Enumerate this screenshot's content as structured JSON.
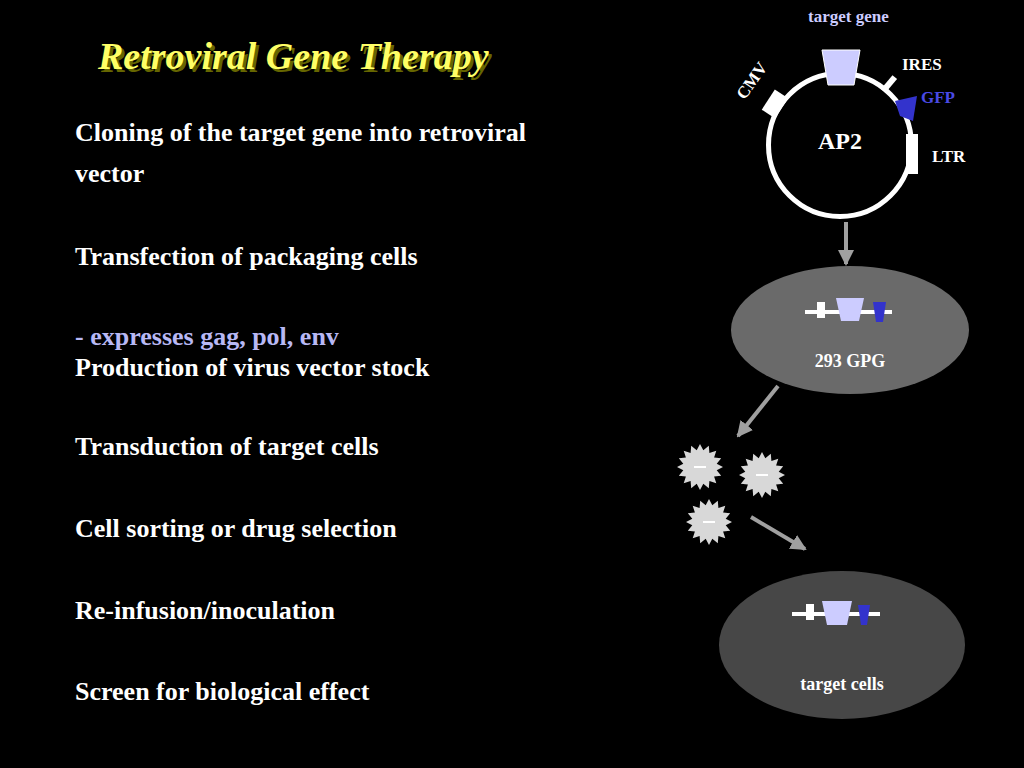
{
  "diagram": {
    "title": "Retroviral Gene Therapy",
    "nodes": [
      {
        "text": [
          "AP2"
        ]
      },
      {
        "text": [
          "293 GPG"
        ]
      },
      {
        "text": [
          "target cells"
        ]
      }
    ],
    "edges": [
      {
        "from": 0,
        "to": 1,
        "arrow": "to"
      }
    ],
    "labels": [
      "Cloning of the target gene into retroviral vector",
      "Transfection of packaging cells",
      "- expresses gag, pol, env",
      "Production of virus vector stock",
      "Transduction of target cells",
      "Cell sorting or drug selection",
      "Re-infusion/inoculation",
      "Screen for biological effect",
      "target gene",
      "CMV",
      "IRES",
      "GFP",
      "LTR"
    ]
  }
}
